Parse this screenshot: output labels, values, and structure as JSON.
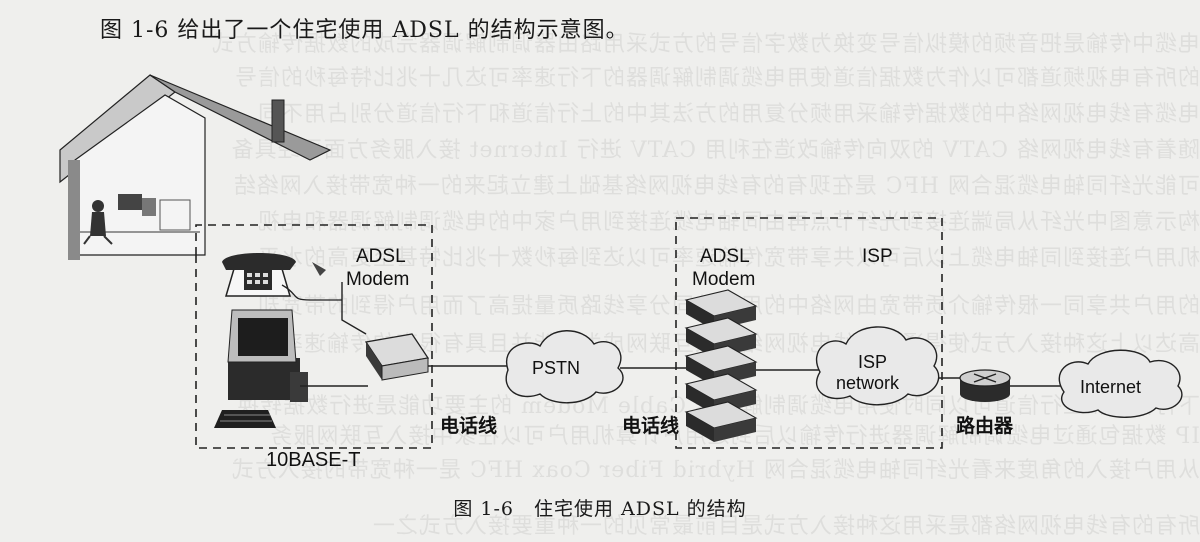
{
  "intro_text": "图 1-6 给出了一个住宅使用 ADSL 的结构示意图。",
  "caption": "图 1-6　住宅使用 ADSL 的结构",
  "diagram": {
    "labels": {
      "adsl_modem_home_line1": "ADSL",
      "adsl_modem_home_line2": "Modem",
      "tenbase_t": "10BASE-T",
      "phone_line_1": "电话线",
      "pstn": "PSTN",
      "phone_line_2": "电话线",
      "isp": "ISP",
      "adsl_modem_isp_line1": "ADSL",
      "adsl_modem_isp_line2": "Modem",
      "isp_network_line1": "ISP",
      "isp_network_line2": "network",
      "router": "路由器",
      "internet": "Internet"
    },
    "colors": {
      "ink": "#1a1a1a",
      "device_dark": "#2b2b2b",
      "device_light": "#d6d6d6",
      "cloud_fill": "#e9e9e9",
      "paper": "#efefed"
    }
  },
  "bleed_through_lines": [
    "电缆中传输是把音频的模拟信号变换为数字信号的方式采用路由器调制解调器完成的数据传输方式",
    "的所有电视频道都可以作为数据信道使用电缆调制解调器的下行速率可达几十兆比特每秒的信号",
    "电缆有线电视网络中的数据传输采用频分复用的方法其中的上行信道和下行信道分别占用不同",
    "随着有线电视网络 CATV 的双向传输改造在利用 CATV 进行 Internet 接入服务方面已经具备",
    "可能光纤同轴电缆混合网 HFC 是在现有的有线电视网络基础上建立起来的一种宽带接入网络结",
    "构示意图中光纤从局端连接到光纤节点再由同轴电缆连接到用户家中的电缆调制解调器和电视",
    "机用户连接到同轴电缆上以后可以共享带宽传输速率可以达到每秒数十兆比特甚至更高的水平",
    "的用户共享同一根传输介质带宽由网络中的用户共同分享线路质量提高了而用户得到的带宽却",
    "高达以上这种接入方式使得通过有线电视网络接入互联网成为可能并且具有很高的传输速率数据",
    "下行信道和上行信道可以同时使用电缆调制解调器 Cable Modem 的主要功能是进行数据转换",
    "IP 数据包通过电缆调制解调器进行传输以后到达用户计算机用户可以在家中接入互联网服务",
    "从用户接入的角度来看光纤同轴电缆混合网 Hybrid Fiber Coax HFC 是一种宽带的接入方式",
    "所有的有线电视网络都是采用这种接入方式是目前最常见的一种重要接入方式之一"
  ]
}
